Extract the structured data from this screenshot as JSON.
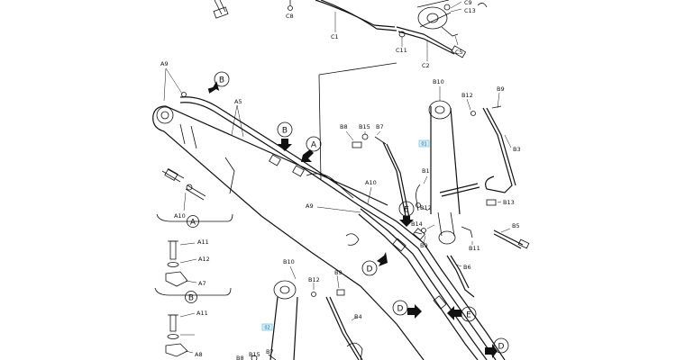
{
  "labels": {
    "C8": "C8",
    "C9": "C9",
    "C13": "C13",
    "C1": "C1",
    "C11": "C11",
    "C5": "C5",
    "C2": "C2",
    "A9a": "A9",
    "A5": "A5",
    "A10": "A10",
    "A9b": "A9",
    "B10a": "B10",
    "B12a": "B12",
    "B9a": "B9",
    "B3": "B3",
    "B8a": "B8",
    "B15a": "B15",
    "B7a": "B7",
    "B1": "B1",
    "B12b": "B12",
    "B13": "B13",
    "B14": "B14",
    "B9b": "B9",
    "B11": "B11",
    "B5": "B5",
    "B6": "B6",
    "A10d": "A10",
    "A11a": "A11",
    "A12": "A12",
    "A7": "A7",
    "A11b": "A11",
    "A8": "A8",
    "B10b": "B10",
    "B12c": "B12",
    "B9c": "B9",
    "B4": "B4",
    "B15b": "B15",
    "B7b": "B7",
    "B8b": "B8"
  },
  "markers": {
    "A": "A",
    "B": "B",
    "D": "D",
    "E": "E"
  },
  "boxes": {
    "b01": "01",
    "b02": "02"
  },
  "colors": {
    "line": "#111111",
    "box": "#7ec9e6",
    "box_text": "#0a5f8a",
    "background": "#ffffff"
  }
}
